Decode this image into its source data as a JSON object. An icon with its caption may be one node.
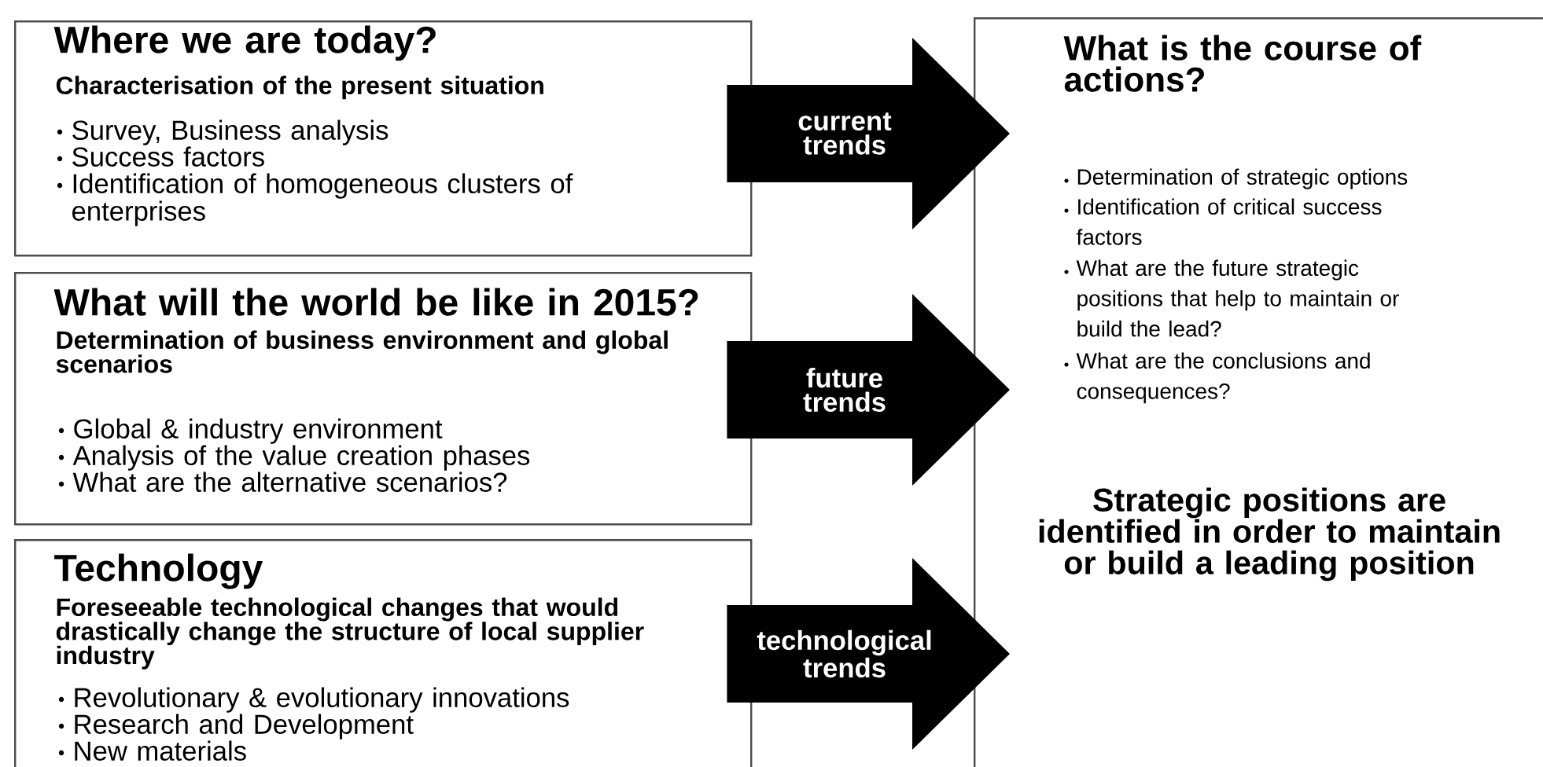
{
  "diagram": {
    "nodes": [
      {
        "text": [
          "Where we are today?",
          "Characterisation of the present situation",
          "Survey, Business analysis",
          "Success factors",
          "Identification of homogeneous clusters of enterprises"
        ]
      },
      {
        "text": [
          "What will the world be like in 2015?",
          "Determination of business environment and global scenarios",
          "Global & industry environment",
          "Analysis of the value creation phases",
          "What are the alternative scenarios?"
        ]
      },
      {
        "text": [
          "Technology",
          "Foreseeable technological changes that would drastically change the structure of local supplier industry",
          "Revolutionary & evolutionary innovations",
          "Research and Development",
          "New materials"
        ]
      },
      {
        "text": [
          "What is the course of actions?",
          "Determination of strategic options",
          "Identification of critical success factors",
          "What are the future strategic positions that help to maintain or build the lead?",
          "What are the conclusions and consequences?",
          "Strategic positions are identified in order to maintain or build a leading position"
        ]
      }
    ],
    "edges": [
      {
        "from": 0,
        "to": 3,
        "arrow": "to",
        "label": "current trends",
        "style": "thick"
      },
      {
        "from": 1,
        "to": 3,
        "arrow": "to",
        "label": "future trends",
        "style": "thick"
      },
      {
        "from": 2,
        "to": 3,
        "arrow": "to",
        "label": "technological trends",
        "style": "thick"
      }
    ]
  }
}
